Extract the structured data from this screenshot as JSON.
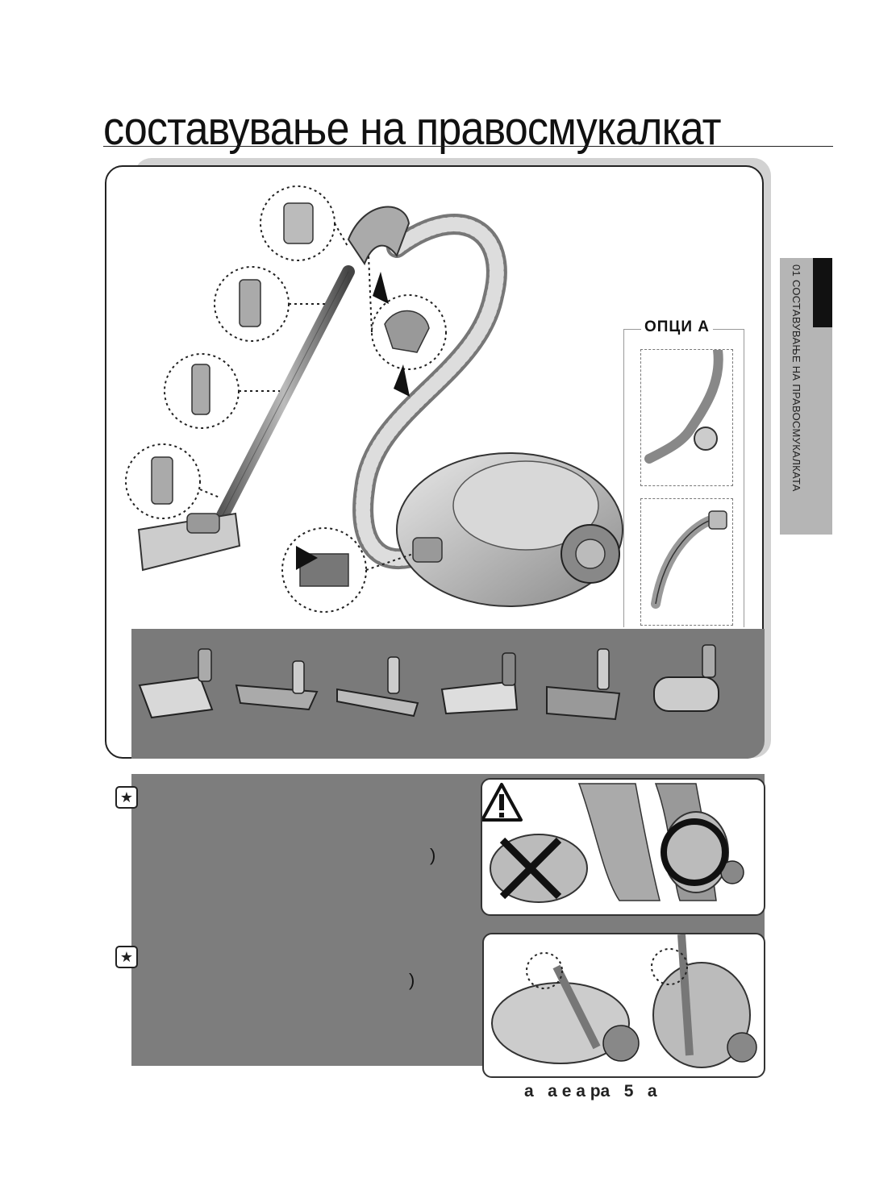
{
  "page": {
    "title": "составување на правосмукалкат",
    "side_tab_label": "01 СОСТАВУВАЊЕ НА ПРАВОСМУКАЛКАТА",
    "options_label": "ОПЦИ А",
    "note_star_icon": "★",
    "paren_1": ")",
    "paren_2": ")",
    "footer_text": "а   а е а ра   5   а",
    "colors": {
      "dark_band": "#7a7a7a",
      "panel_border": "#222222",
      "side_tab_black": "#111111",
      "side_tab_grey": "#b5b5b5"
    },
    "icons": [
      "warning-triangle-icon",
      "cross-mark-icon",
      "ok-circle-icon",
      "star-note-icon"
    ]
  }
}
